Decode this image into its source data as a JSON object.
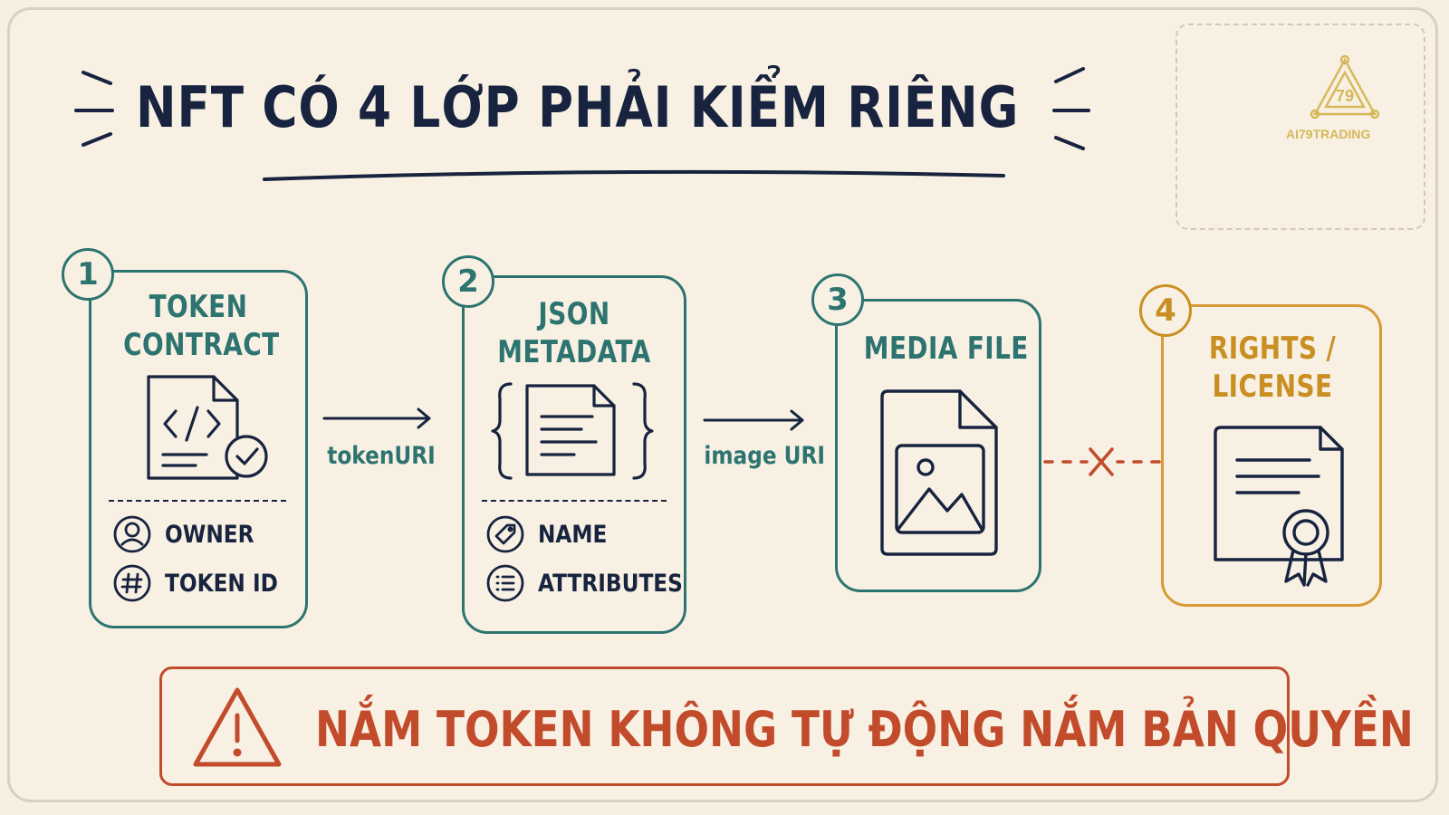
{
  "title": "NFT CÓ 4 LỚP PHẢI KIỂM RIÊNG",
  "logo": {
    "text": "AI79TRADING",
    "icon": "ai79-logo-icon"
  },
  "colors": {
    "navy": "#17233f",
    "teal": "#2d7471",
    "orange": "#c98f22",
    "red": "#c24b2b",
    "background": "#f8f1e3"
  },
  "layers": [
    {
      "number": "1",
      "title_line1": "TOKEN",
      "title_line2": "CONTRACT",
      "icon": "code-file-check-icon",
      "fields": [
        {
          "icon": "user-icon",
          "label": "OWNER"
        },
        {
          "icon": "hash-icon",
          "label": "TOKEN ID"
        }
      ]
    },
    {
      "number": "2",
      "title_line1": "JSON",
      "title_line2": "METADATA",
      "icon": "json-document-icon",
      "fields": [
        {
          "icon": "tag-icon",
          "label": "NAME"
        },
        {
          "icon": "list-icon",
          "label": "ATTRIBUTES"
        }
      ]
    },
    {
      "number": "3",
      "title_line1": "MEDIA FILE",
      "icon": "image-file-icon"
    },
    {
      "number": "4",
      "title_line1": "RIGHTS /",
      "title_line2": "LICENSE",
      "icon": "certificate-icon"
    }
  ],
  "connectors": [
    {
      "label": "tokenURI",
      "icon": "arrow-right-icon"
    },
    {
      "label": "image URI",
      "icon": "arrow-right-icon"
    },
    {
      "label": "",
      "icon": "broken-link-x-icon"
    }
  ],
  "warning": {
    "icon": "warning-triangle-icon",
    "text": "NẮM TOKEN KHÔNG TỰ ĐỘNG NẮM BẢN QUYỀN"
  }
}
